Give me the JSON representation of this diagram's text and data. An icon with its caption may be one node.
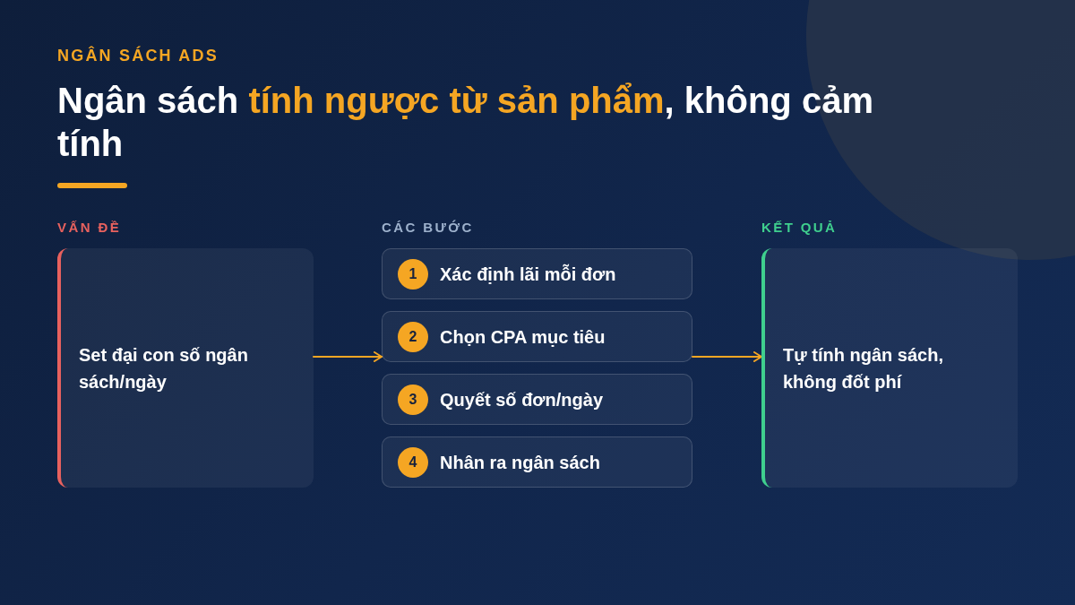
{
  "diagram": {
    "title": "Ngân sách **tính ngược từ sản phẩm**, không cảm tính",
    "nodes": [
      {
        "text": [
          "VẤN ĐỀ",
          "Set đại con số ngân sách/ngày"
        ]
      },
      {
        "text": [
          "Xác định lãi mỗi đơn"
        ]
      },
      {
        "text": [
          "1"
        ],
        "in": 1
      },
      {
        "text": [
          "Chọn CPA mục tiêu"
        ]
      },
      {
        "text": [
          "2"
        ],
        "in": 3
      },
      {
        "text": [
          "Quyết số đơn/ngày"
        ]
      },
      {
        "text": [
          "3"
        ],
        "in": 5
      },
      {
        "text": [
          "Nhân ra ngân sách"
        ]
      },
      {
        "text": [
          "4"
        ],
        "in": 7
      },
      {
        "text": [
          "KẾT QUẢ",
          "Tự tính ngân sách, không đốt phí"
        ]
      }
    ],
    "edges": [
      {
        "from": 0,
        "to": 3,
        "arrow": "to"
      },
      {
        "from": 3,
        "to": 9,
        "arrow": "to"
      }
    ],
    "labels": [
      "NGÂN SÁCH ADS",
      "CÁC BƯỚC"
    ]
  }
}
